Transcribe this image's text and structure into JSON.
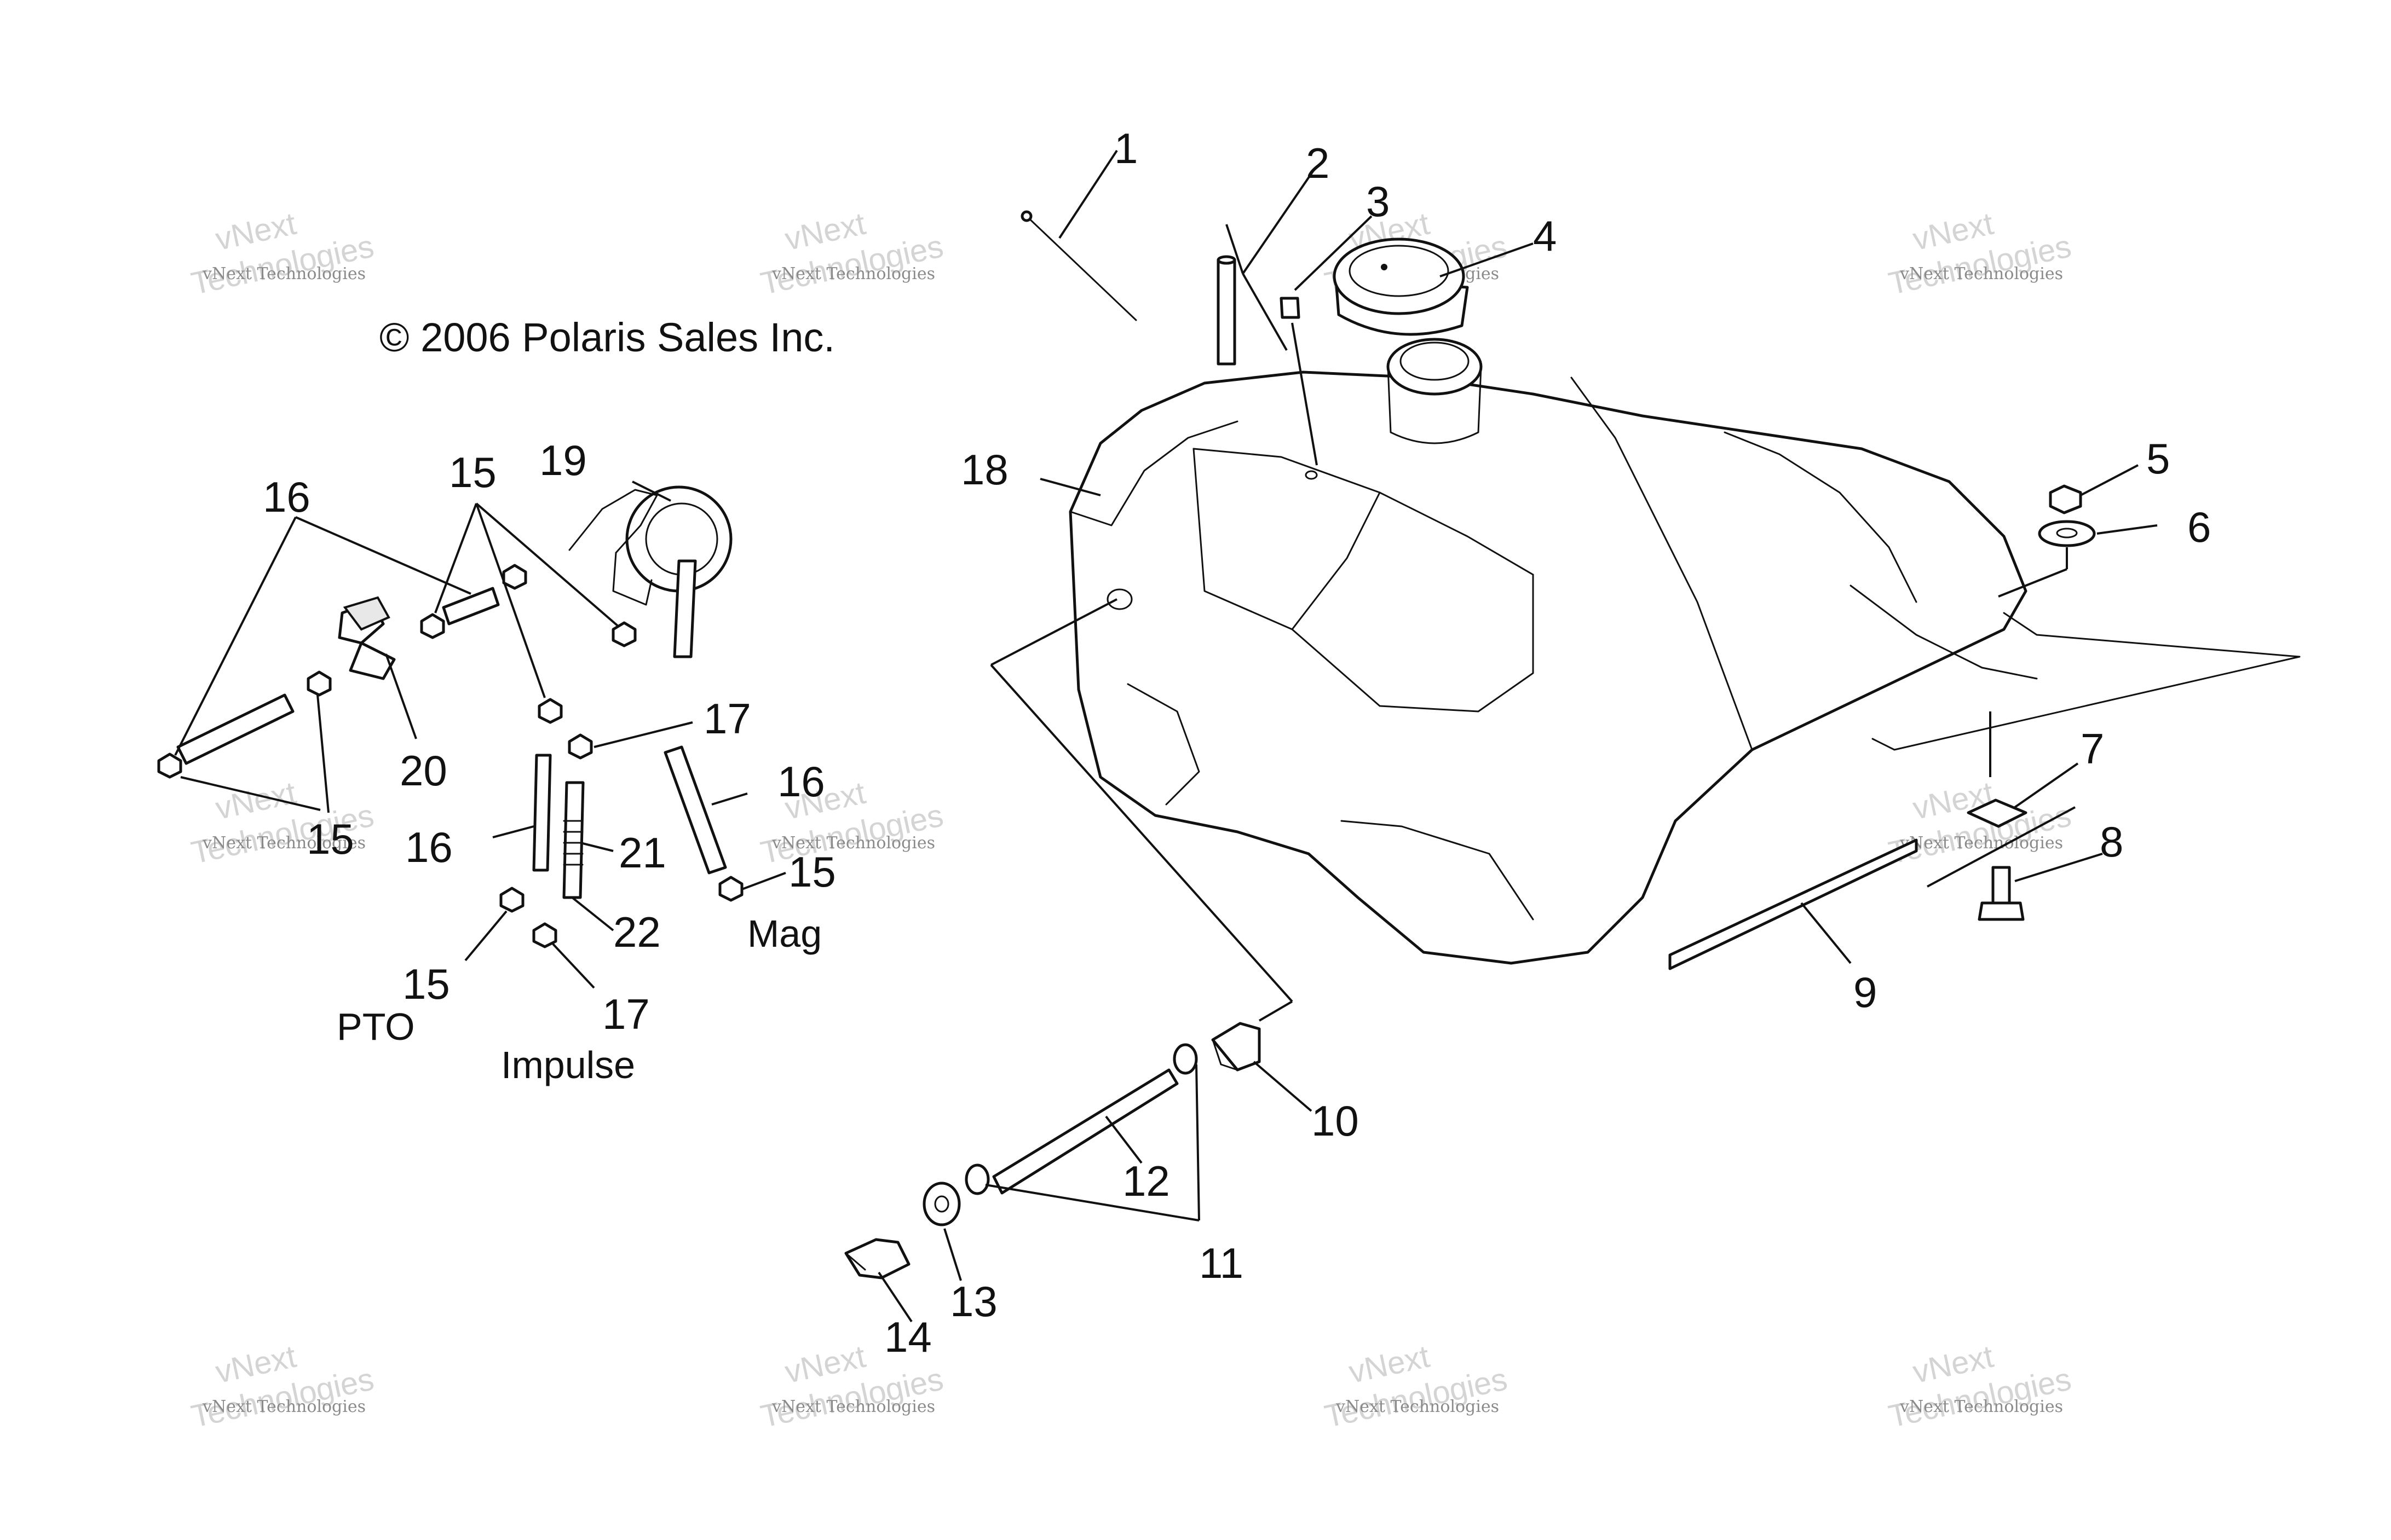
{
  "diagram": {
    "copyright": "© 2006 Polaris Sales Inc.",
    "watermark": {
      "line1": "vNext",
      "line2": "vNext Technologies",
      "line3": "Technologies"
    },
    "captions": {
      "pto": "PTO",
      "impulse": "Impulse",
      "mag": "Mag"
    },
    "callouts": {
      "c1": "1",
      "c2": "2",
      "c3": "3",
      "c4": "4",
      "c5": "5",
      "c6": "6",
      "c7": "7",
      "c8": "8",
      "c9": "9",
      "c10": "10",
      "c11": "11",
      "c12": "12",
      "c13": "13",
      "c14": "14",
      "c15a": "15",
      "c15b": "15",
      "c15c": "15",
      "c15d": "15",
      "c16a": "16",
      "c16b": "16",
      "c16c": "16",
      "c17a": "17",
      "c17b": "17",
      "c18": "18",
      "c19": "19",
      "c20": "20",
      "c21": "21",
      "c22": "22"
    }
  }
}
